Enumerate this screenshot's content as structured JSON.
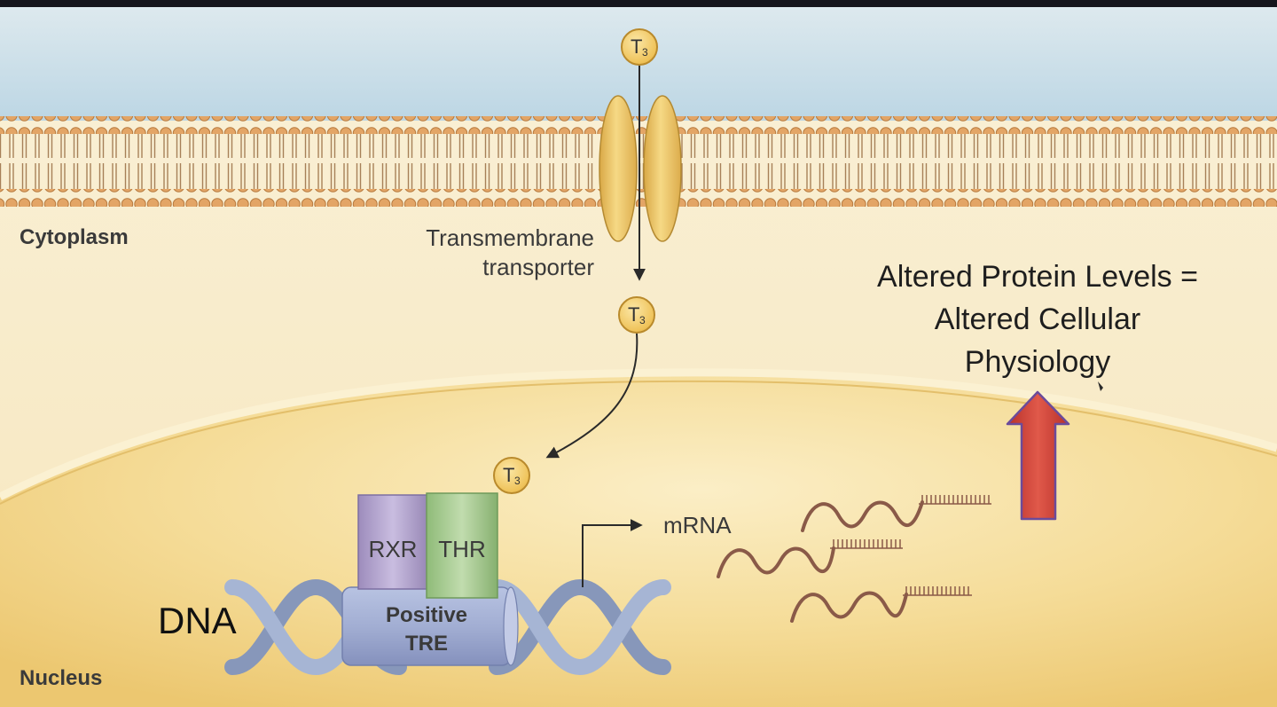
{
  "labels": {
    "cytoplasm": "Cytoplasm",
    "transporter_line1": "Transmembrane",
    "transporter_line2": "transporter",
    "outcome_line1": "Altered Protein Levels =",
    "outcome_line2": "Altered Cellular",
    "outcome_line3": "Physiology",
    "mrna": "mRNA",
    "dna": "DNA",
    "nucleus": "Nucleus",
    "rxr": "RXR",
    "thr": "THR",
    "tre_line1": "Positive",
    "tre_line2": "TRE"
  },
  "hormone": {
    "letter": "T",
    "subscript": "3"
  },
  "colors": {
    "extracellular": "#cfe3ec",
    "cytoplasm": "#f8ecce",
    "nucleus": "#f3d88e",
    "lipid_head": "#e2a262",
    "transporter": "#efc760",
    "rxr": "#b3a3cc",
    "thr": "#a8cc92",
    "tre": "#a9b5d6",
    "dna_strand": "#8fa2c4",
    "mrna": "#8a5a48",
    "up_arrow": "#d64a3e"
  },
  "icons": {
    "outcome": "up-arrow-icon"
  }
}
